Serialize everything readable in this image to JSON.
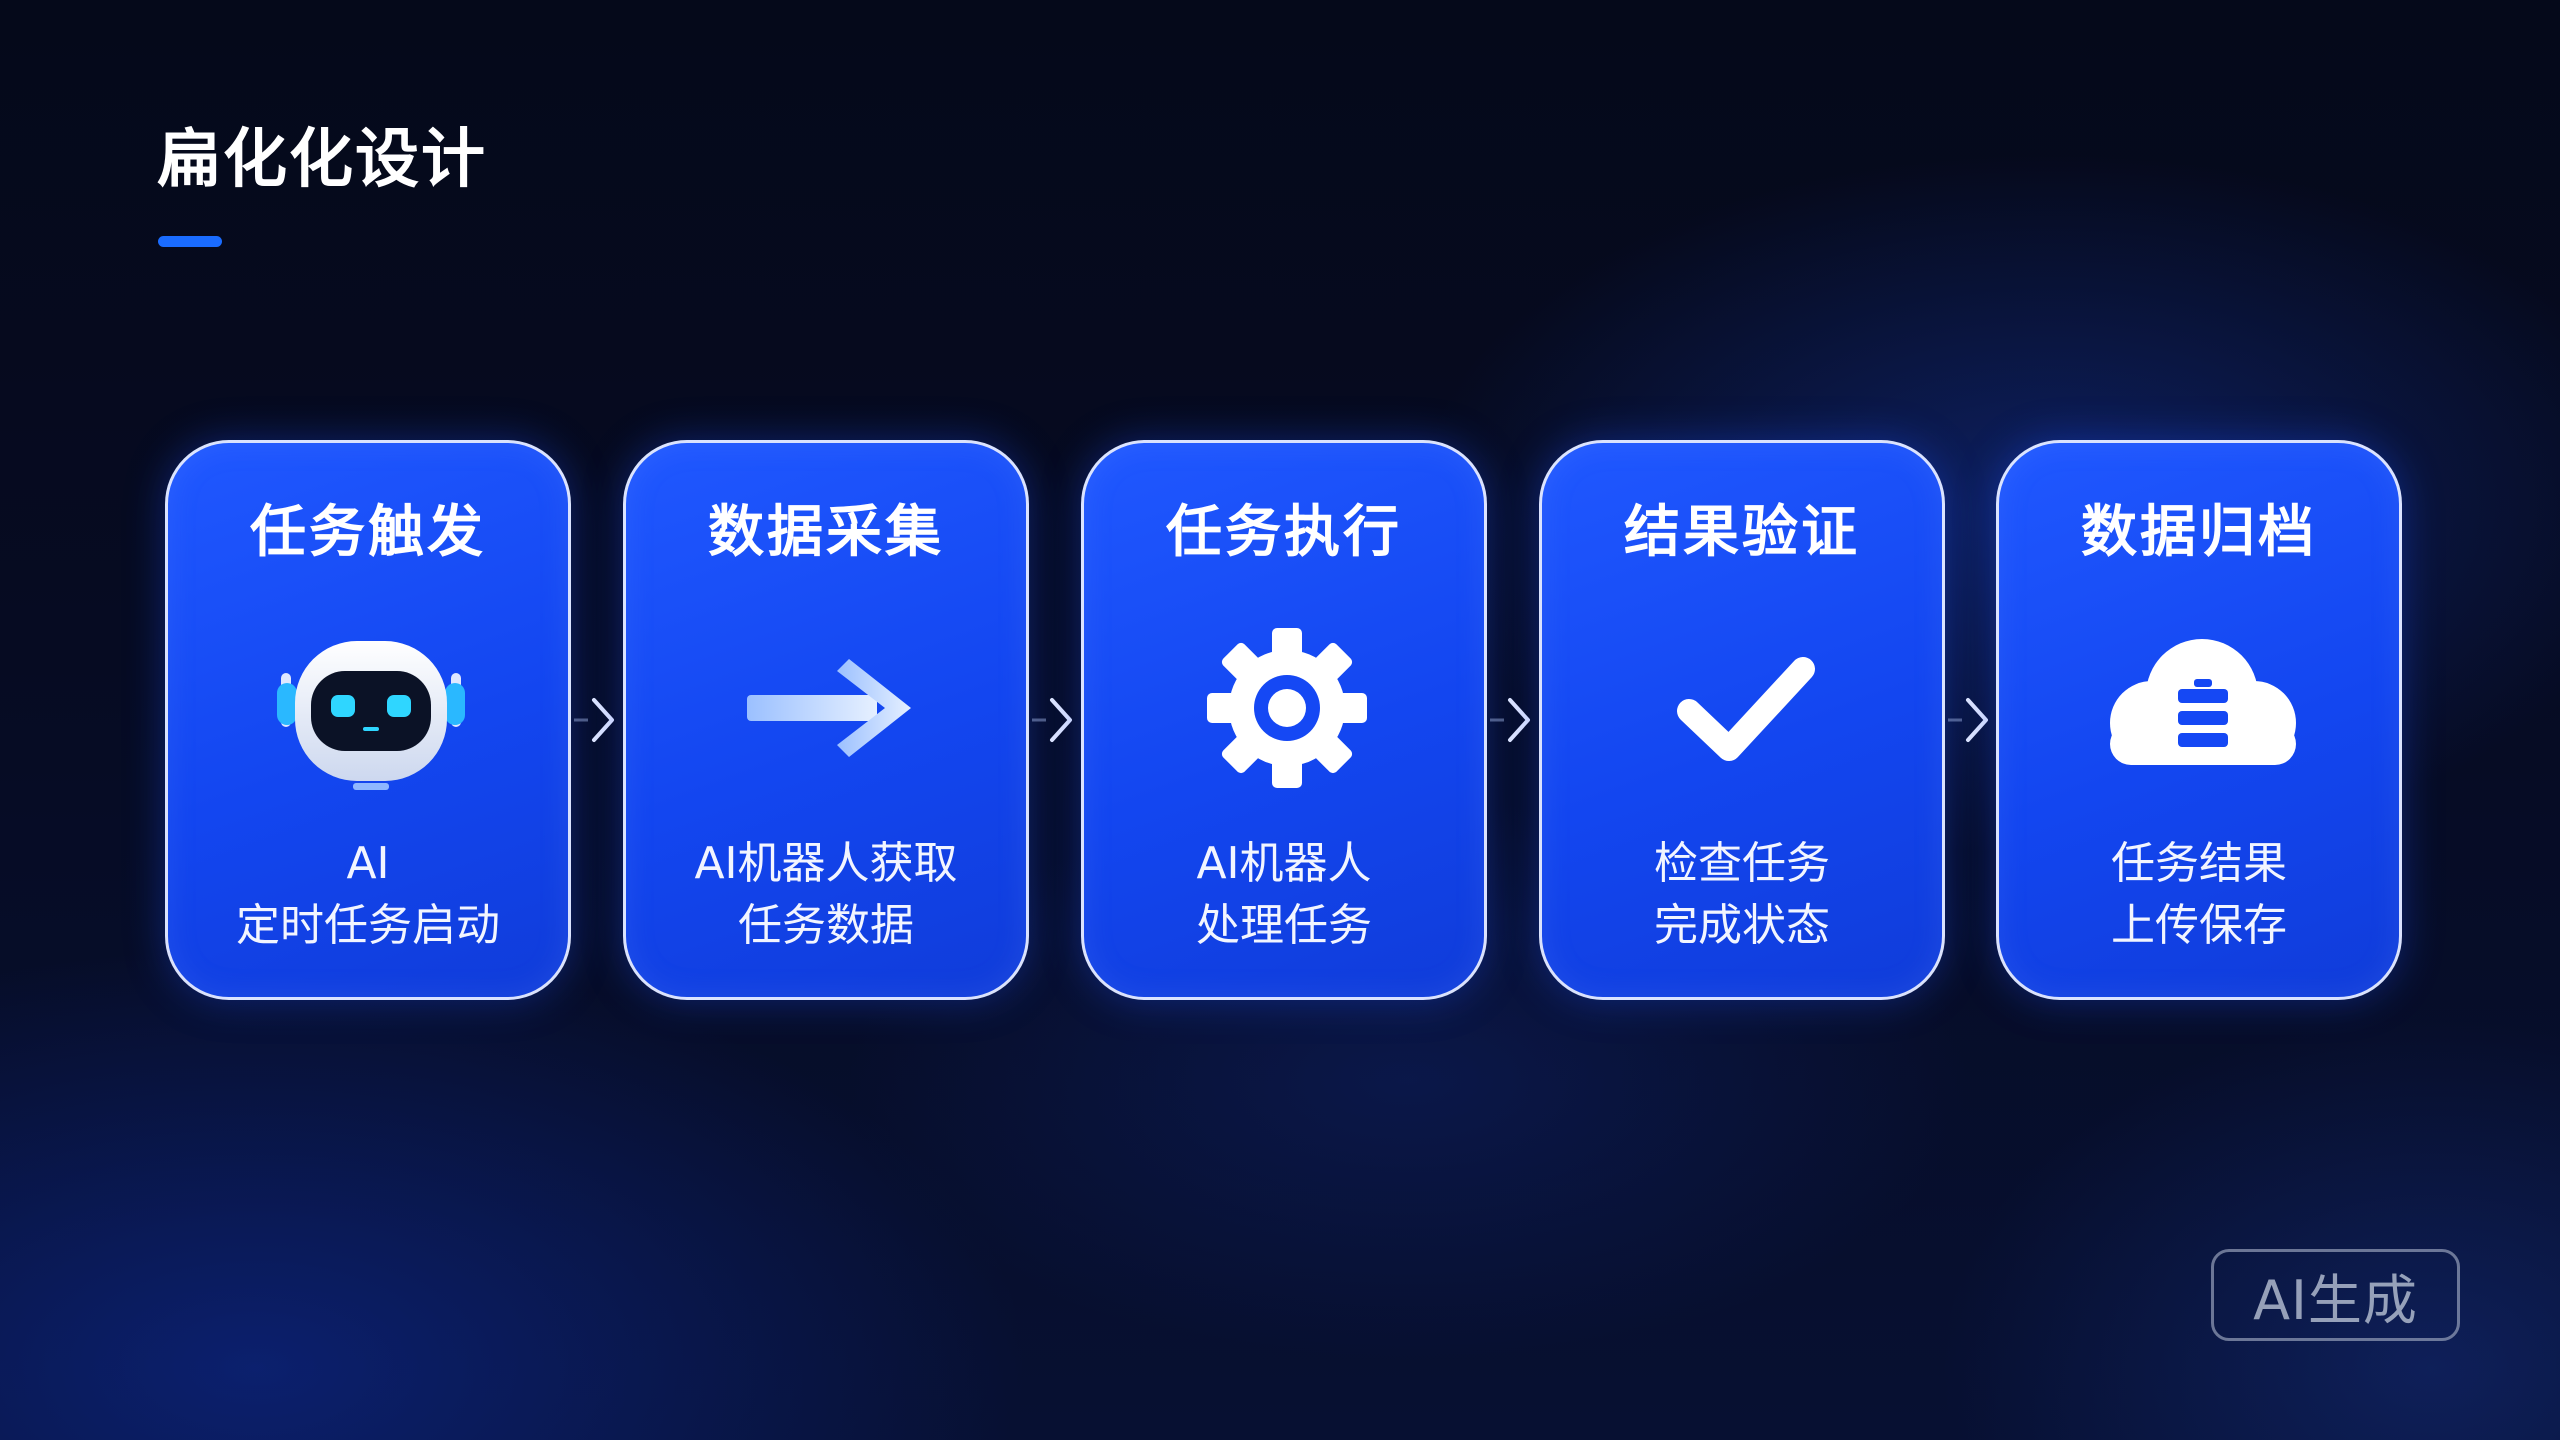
{
  "header": {
    "title": "扁化化设计"
  },
  "steps": [
    {
      "title": "任务触发",
      "icon": "robot-icon",
      "desc": [
        "AI",
        "定时任务启动"
      ]
    },
    {
      "title": "数据采集",
      "icon": "arrow-right-icon",
      "desc": [
        "AI机器人获取",
        "任务数据"
      ]
    },
    {
      "title": "任务执行",
      "icon": "gear-icon",
      "desc": [
        "AI机器人",
        "处理任务"
      ]
    },
    {
      "title": "结果验证",
      "icon": "checkmark-icon",
      "desc": [
        "检查任务",
        "完成状态"
      ]
    },
    {
      "title": "数据归档",
      "icon": "cloud-storage-icon",
      "desc": [
        "任务结果",
        "上传保存"
      ]
    }
  ],
  "badge": {
    "label": "AI生成"
  },
  "colors": {
    "accent": "#1a6cff",
    "card": "#1346f0",
    "background": "#05091a"
  }
}
